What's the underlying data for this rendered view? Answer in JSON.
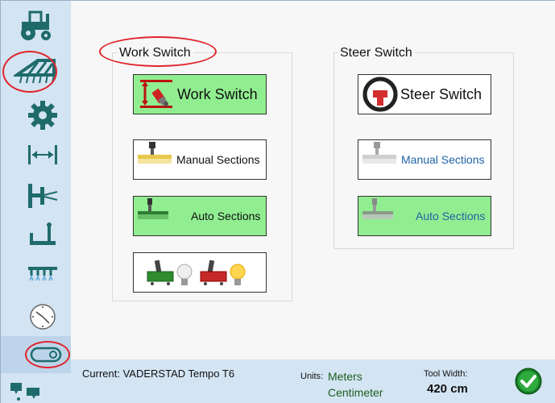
{
  "colors": {
    "sidebar_bg": "#d3e4f3",
    "icon_teal": "#1f6b6b",
    "button_green": "#90ee90",
    "annotation_red": "#e0252b",
    "unit_green": "#1e5e1e",
    "light_blue_text": "#2163a8"
  },
  "sidebar": {
    "items": [
      {
        "icon": "tractor-icon"
      },
      {
        "icon": "implement-icon"
      },
      {
        "icon": "gear-icon"
      },
      {
        "icon": "width-arrows-icon"
      },
      {
        "icon": "hitch-icon"
      },
      {
        "icon": "offset-icon"
      },
      {
        "icon": "sprayer-icon"
      },
      {
        "icon": "clock-icon"
      },
      {
        "icon": "switch-toggle-icon"
      },
      {
        "icon": "display-toggle-icon"
      }
    ]
  },
  "work_switch_group": {
    "title": "Work Switch",
    "buttons": {
      "work_switch": "Work Switch",
      "manual_sections": "Manual Sections",
      "auto_sections": "Auto Sections",
      "switch_state": ""
    }
  },
  "steer_switch_group": {
    "title": "Steer Switch",
    "buttons": {
      "steer_switch": "Steer Switch",
      "manual_sections": "Manual Sections",
      "auto_sections": "Auto Sections"
    }
  },
  "footer": {
    "current_label": "Current:",
    "current_value": "VADERSTAD Tempo T6",
    "units_label": "Units:",
    "units_primary": "Meters",
    "units_secondary": "Centimeter",
    "tool_width_label": "Tool Width:",
    "tool_width_value": "420 cm"
  }
}
